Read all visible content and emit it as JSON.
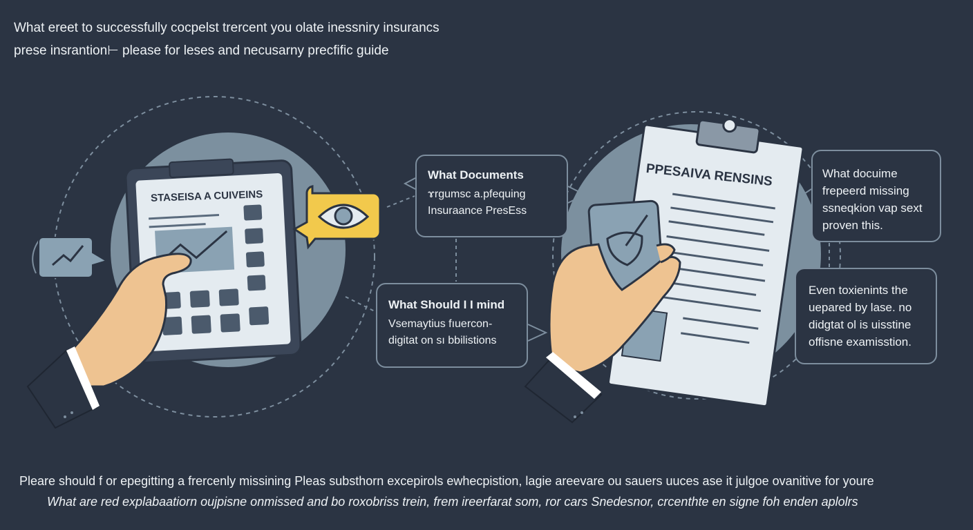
{
  "header": {
    "line1": "What ereet to successfully cocpelst trercent you olate inessniry insurancs",
    "line2": "prese insrantion⊢ please for leses and necusarny precfific guide"
  },
  "left_illustration": {
    "tablet_title": "STASEISA A CUIVEINS",
    "icons": [
      "chart-trend-icon",
      "eye-icon",
      "hand-icon",
      "tablet-icon"
    ]
  },
  "bubbles": {
    "b1": {
      "title": "What Documents",
      "line1": "ɤrgumsc a.pfequing",
      "line2": "Insuraance PresEss"
    },
    "b2": {
      "title": "What Should I I mind",
      "line1": "Vsemaytius fıuercon-",
      "line2": "digitat on sı bbilistions"
    },
    "b3": {
      "line1": "What docuime",
      "line2": "frepeerd missing",
      "line3": "ssneqkion vap sext",
      "line4": "proven this."
    },
    "b4": {
      "line1": "Even toxienints the",
      "line2": "uepared by lase. no",
      "line3": "didgtat ol is uisstine",
      "line4": "offisne examisstion."
    }
  },
  "right_illustration": {
    "doc_title": "PPESAIVA RENSINS",
    "icons": [
      "clipboard-icon",
      "shield-icon",
      "hand-icon",
      "id-card-icon"
    ]
  },
  "footer": {
    "line1": "Pleare should f or epegitting a frercenly missining  Pleas substhorn excepirols ewhecpistion, lagie areevare ou sauers uuces  ase it julgoe ovanitive for youre",
    "line2": "What are red  explabaatiorn oujpisne  onmissed and bo roxobriss trein, frem ireerfarat som,  ror cars Snedesnor, crcenthte en signe foh enden aplolrs"
  },
  "colors": {
    "background": "#2b3443",
    "circle": "#7c909f",
    "accent_yellow": "#f2c94c",
    "skin": "#eec391",
    "paper": "#e4ebf0"
  }
}
